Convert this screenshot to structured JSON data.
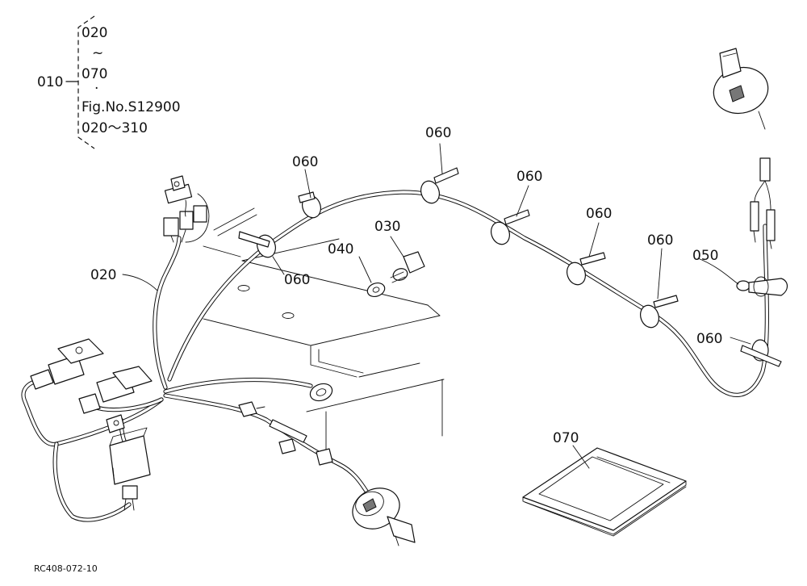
{
  "bracket_note": {
    "parent_ref": "010",
    "range_start": "020",
    "range_sep": "~",
    "range_end": "070",
    "bullet": "·",
    "fig_ref": "Fig.No.S12900",
    "fig_range": "020～310"
  },
  "callouts": {
    "harness": "020",
    "bolt": "030",
    "washer": "040",
    "clamp_ring": "050",
    "band_clip": "060",
    "manual": "070"
  },
  "drawing_code": "RC408-072-10"
}
